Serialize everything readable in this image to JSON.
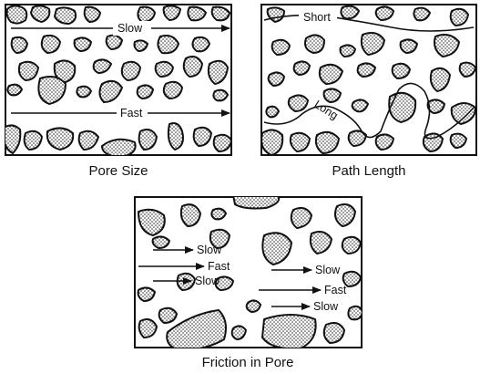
{
  "panels": {
    "pore_size": {
      "caption": "Pore Size",
      "labels": {
        "slow": "Slow",
        "fast": "Fast"
      }
    },
    "path_length": {
      "caption": "Path Length",
      "labels": {
        "short": "Short",
        "long": "Long"
      }
    },
    "friction": {
      "caption": "Friction in Pore",
      "labels": {
        "left_slow_1": "Slow",
        "left_fast": "Fast",
        "left_slow_2": "Slow",
        "right_slow_1": "Slow",
        "right_fast": "Fast",
        "right_slow_2": "Slow"
      }
    }
  }
}
